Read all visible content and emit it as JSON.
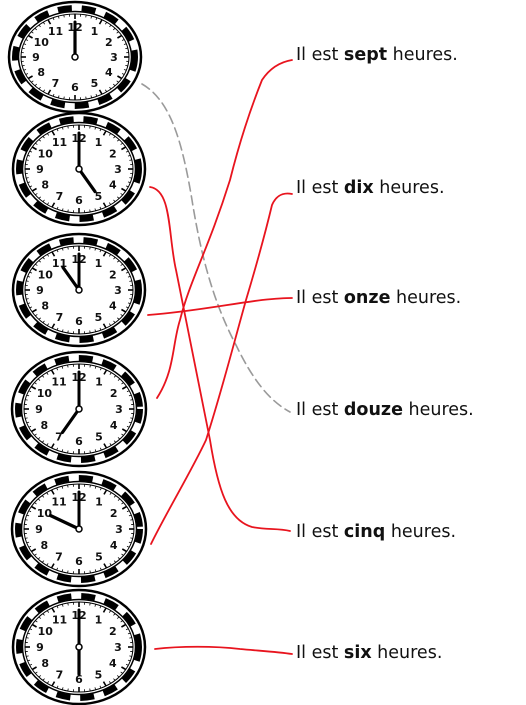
{
  "exercise": {
    "clocks": [
      {
        "label": "clock-12",
        "hour": 12
      },
      {
        "label": "clock-5",
        "hour": 5
      },
      {
        "label": "clock-11",
        "hour": 11
      },
      {
        "label": "clock-7",
        "hour": 7
      },
      {
        "label": "clock-10",
        "hour": 10
      },
      {
        "label": "clock-6",
        "hour": 6
      }
    ],
    "dial_numbers": [
      "12",
      "1",
      "2",
      "3",
      "4",
      "5",
      "6",
      "7",
      "8",
      "9",
      "10",
      "11"
    ],
    "sentences": [
      {
        "prefix": "Il est ",
        "hour_word": "sept",
        "suffix": " heures."
      },
      {
        "prefix": "Il est ",
        "hour_word": "dix",
        "suffix": " heures."
      },
      {
        "prefix": "Il est ",
        "hour_word": "onze",
        "suffix": " heures."
      },
      {
        "prefix": "Il est ",
        "hour_word": "douze",
        "suffix": " heures."
      },
      {
        "prefix": "Il est ",
        "hour_word": "cinq",
        "suffix": " heures."
      },
      {
        "prefix": "Il est ",
        "hour_word": "six",
        "suffix": " heures."
      }
    ],
    "matches": [
      {
        "clock": 0,
        "sentence": 3,
        "style": "dashed",
        "color": "#9a9a9a"
      },
      {
        "clock": 1,
        "sentence": 4,
        "style": "solid",
        "color": "#e8141e"
      },
      {
        "clock": 2,
        "sentence": 2,
        "style": "solid",
        "color": "#e8141e"
      },
      {
        "clock": 3,
        "sentence": 0,
        "style": "solid",
        "color": "#e8141e"
      },
      {
        "clock": 4,
        "sentence": 1,
        "style": "solid",
        "color": "#e8141e"
      },
      {
        "clock": 5,
        "sentence": 5,
        "style": "solid",
        "color": "#e8141e"
      }
    ]
  }
}
